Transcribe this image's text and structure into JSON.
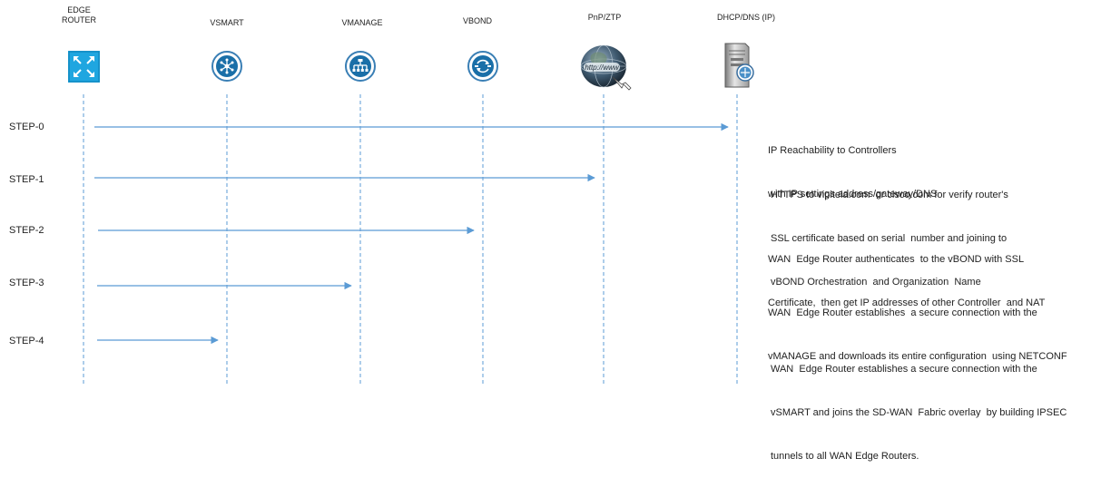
{
  "actors": [
    {
      "id": "edge",
      "label_line1": "EDGE",
      "label_line2": "ROUTER"
    },
    {
      "id": "vsmart",
      "label_line1": "VSMART",
      "label_line2": ""
    },
    {
      "id": "vmanage",
      "label_line1": "VMANAGE",
      "label_line2": ""
    },
    {
      "id": "vbond",
      "label_line1": "VBOND",
      "label_line2": ""
    },
    {
      "id": "pnp",
      "label_line1": "PnP/ZTP",
      "label_line2": ""
    },
    {
      "id": "dhcp",
      "label_line1": "DHCP/DNS (IP)",
      "label_line2": ""
    }
  ],
  "icons": {
    "edge": "router-icon",
    "vsmart": "vsmart-hub-icon",
    "vmanage": "vmanage-tree-icon",
    "vbond": "vbond-orchestrator-icon",
    "pnp": "globe-www-icon",
    "dhcp": "server-icon"
  },
  "steps": [
    {
      "label": "STEP-0",
      "target": "dhcp",
      "lines": [
        "IP Reachability to Controllers",
        "with IP settings address/gateway/DNS"
      ]
    },
    {
      "label": "STEP-1",
      "target": "pnp",
      "lines": [
        "HTTPS to vipitela.com  or cisco.com for verify router's",
        "SSL certificate based on serial  number and joining to",
        "vBOND Orchestration  and Organization  Name"
      ]
    },
    {
      "label": "STEP-2",
      "target": "vbond",
      "lines": [
        "WAN  Edge Router authenticates  to the vBOND with SSL",
        "Certificate,  then get IP addresses of other Controller  and NAT"
      ]
    },
    {
      "label": "STEP-3",
      "target": "vmanage",
      "lines": [
        "WAN  Edge Router establishes  a secure connection with the",
        "vMANAGE and downloads its entire configuration  using NETCONF"
      ]
    },
    {
      "label": "STEP-4",
      "target": "vsmart",
      "lines": [
        "WAN  Edge Router establishes a secure connection with the",
        "vSMART and joins the SD-WAN  Fabric overlay  by building IPSEC",
        "tunnels to all WAN Edge Routers."
      ]
    }
  ],
  "colors": {
    "arrow": "#5b9bd5",
    "lifeline": "#5b9bd5",
    "router": "#1fa6e0",
    "controller_ring": "#3a7fb5",
    "controller_fill": "#1a6fa8"
  }
}
